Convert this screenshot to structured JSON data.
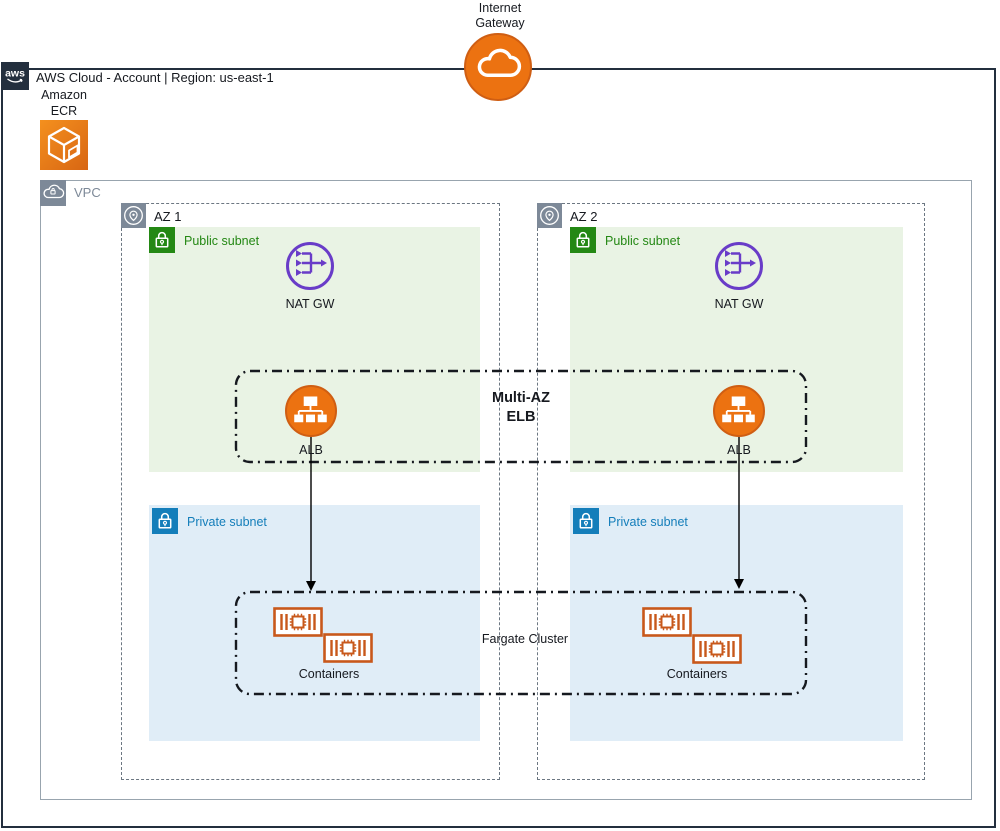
{
  "internet_gateway": {
    "label": [
      "Internet",
      "Gateway"
    ],
    "icon": "cloud-icon"
  },
  "aws_cloud": {
    "logo_text": "aws",
    "title": "AWS Cloud - Account | Region: us-east-1"
  },
  "ecr": {
    "label": [
      "Amazon",
      "ECR"
    ],
    "icon": "container-registry-icon"
  },
  "vpc": {
    "label": "VPC",
    "icon": "vpc-cloud-lock-icon"
  },
  "elb_group": {
    "label": [
      "Multi-AZ",
      "ELB"
    ]
  },
  "fargate_group": {
    "label": "Fargate Cluster"
  },
  "zones": [
    {
      "label": "AZ 1",
      "public_subnet": {
        "label": "Public subnet"
      },
      "nat_gateway": {
        "label": "NAT GW"
      },
      "alb": {
        "label": "ALB"
      },
      "private_subnet": {
        "label": "Private subnet"
      },
      "containers": {
        "label": "Containers",
        "count": 2
      }
    },
    {
      "label": "AZ 2",
      "public_subnet": {
        "label": "Public subnet"
      },
      "nat_gateway": {
        "label": "NAT GW"
      },
      "alb": {
        "label": "ALB"
      },
      "private_subnet": {
        "label": "Private subnet"
      },
      "containers": {
        "label": "Containers",
        "count": 2
      }
    }
  ],
  "colors": {
    "aws_orange": "#EC7211",
    "navy": "#232F3E",
    "public_green": "#248814",
    "public_subnet_bg": "#E9F3E4",
    "private_blue": "#147EBA",
    "private_subnet_bg": "#E0EDF7",
    "nat_purple": "#693CC8",
    "container_orange": "#C8581B",
    "group_gray": "#7D8998"
  }
}
